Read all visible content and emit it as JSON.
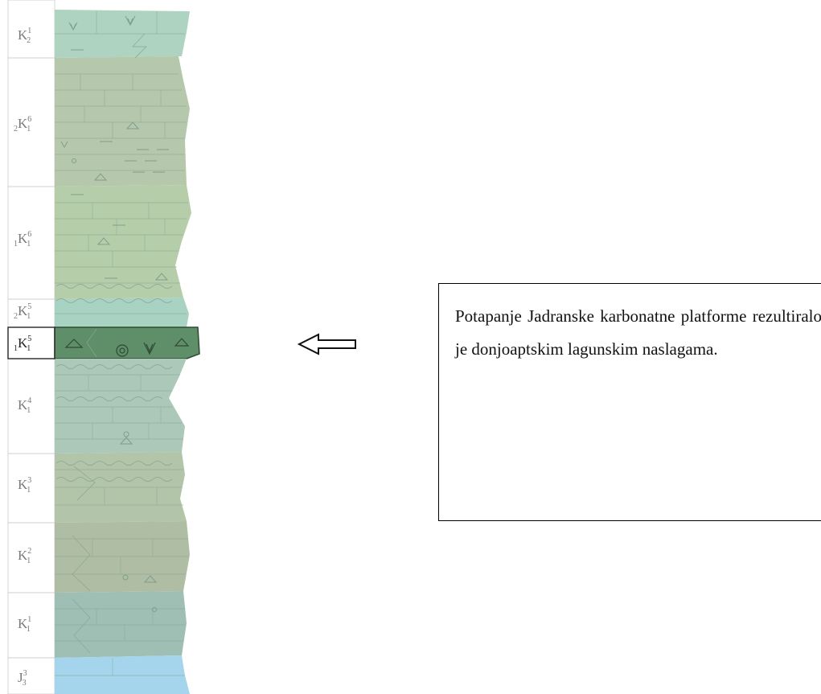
{
  "colors": {
    "layer_fill": "#a9c7b6",
    "highlight_fill": "#5d8c66",
    "base_fill": "#a7d3ea",
    "line_color": "#7f9e8c",
    "label_color": "#7a7a7a"
  },
  "column": {
    "layers": [
      {
        "main": "K",
        "sup": "1",
        "sub": "2",
        "pre": ""
      },
      {
        "main": "K",
        "sup": "6",
        "sub": "1",
        "pre": "2"
      },
      {
        "main": "K",
        "sup": "6",
        "sub": "1",
        "pre": "1"
      },
      {
        "main": "K",
        "sup": "5",
        "sub": "1",
        "pre": "2"
      },
      {
        "main": "K",
        "sup": "5",
        "sub": "1",
        "pre": "1"
      },
      {
        "main": "K",
        "sup": "4",
        "sub": "1",
        "pre": ""
      },
      {
        "main": "K",
        "sup": "3",
        "sub": "1",
        "pre": ""
      },
      {
        "main": "K",
        "sup": "2",
        "sub": "1",
        "pre": ""
      },
      {
        "main": "K",
        "sup": "1",
        "sub": "1",
        "pre": ""
      },
      {
        "main": "J",
        "sup": "3",
        "sub": "3",
        "pre": ""
      }
    ],
    "highlighted_layer": "1K15"
  },
  "annotation": {
    "text": "Potapanje Jadranske karbonatne platforme rezultiralo je donjoaptskim lagunskim naslagama.",
    "arrow_icon": "left-arrow-icon"
  }
}
